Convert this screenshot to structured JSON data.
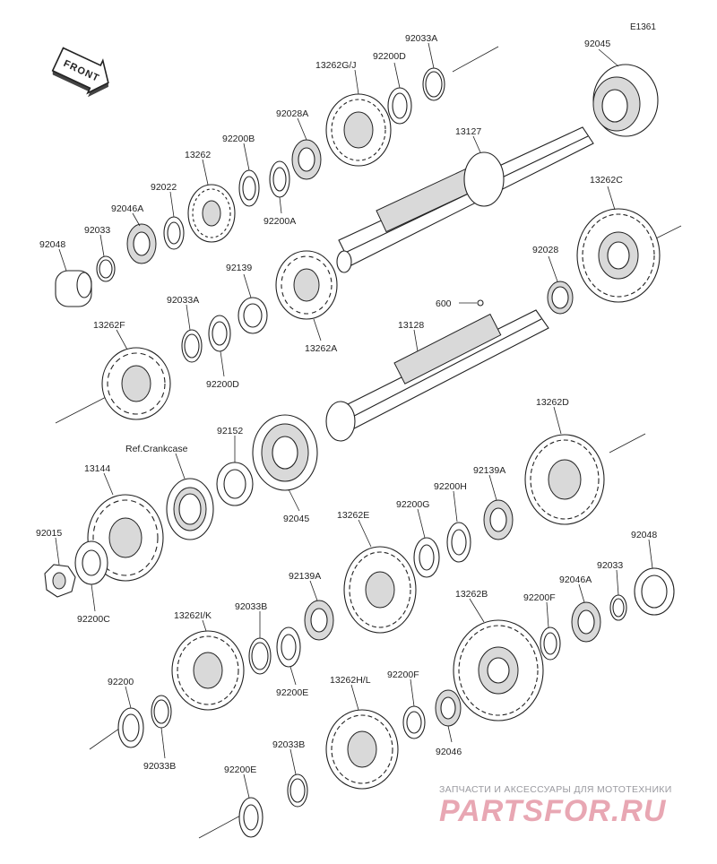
{
  "diagram_code": "E1361",
  "orientation_label": "FRONT",
  "labels": {
    "p92033A_top": "92033A",
    "p92045_top": "92045",
    "p13262GJ": "13262G/J",
    "p92200D_top": "92200D",
    "p92028A": "92028A",
    "p13127": "13127",
    "p92200B": "92200B",
    "p13262": "13262",
    "p92022": "92022",
    "p92046A_left": "92046A",
    "p92033_left": "92033",
    "p92048_left": "92048",
    "p92200A": "92200A",
    "p13262C": "13262C",
    "p92028": "92028",
    "p92139": "92139",
    "p600": "600",
    "p92033A_mid": "92033A",
    "p13262F": "13262F",
    "p92200D_mid": "92200D",
    "p13262A": "13262A",
    "p13128": "13128",
    "p92152": "92152",
    "refCrankcase": "Ref.Crankcase",
    "p13144": "13144",
    "p92045_mid": "92045",
    "p13262D": "13262D",
    "p92139A_right": "92139A",
    "p92200H": "92200H",
    "p92200G": "92200G",
    "p13262E": "13262E",
    "p92015": "92015",
    "p92200C": "92200C",
    "p92048_right": "92048",
    "p92033_right": "92033",
    "p92046A_right": "92046A",
    "p92200F_right": "92200F",
    "p92139A_mid": "92139A",
    "p13262B": "13262B",
    "p13262IK": "13262I/K",
    "p92033B_top": "92033B",
    "p92200E_mid": "92200E",
    "p92200": "92200",
    "p92033B_low": "92033B",
    "p13262HL": "13262H/L",
    "p92200F_low": "92200F",
    "p92046": "92046",
    "p92033B_bottom": "92033B",
    "p92200E_bottom": "92200E"
  },
  "watermark": {
    "caption": "ЗАПЧАСТИ И АКСЕССУАРЫ ДЛЯ МОТОТЕХНИКИ",
    "logo": "PARTSFOR.RU"
  }
}
